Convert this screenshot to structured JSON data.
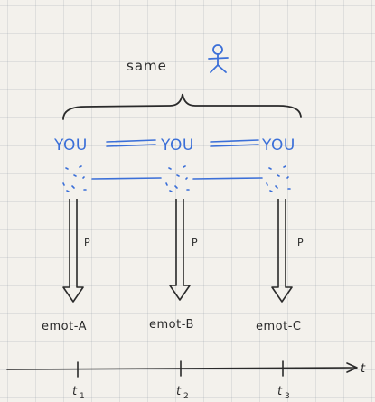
{
  "title": "same",
  "you_label": "YOU",
  "arrow_label": "P",
  "time_axis_label": "t",
  "emotions": [
    "emot-A",
    "emot-B",
    "emot-C"
  ],
  "time_points": [
    {
      "base": "t",
      "sub": "1"
    },
    {
      "base": "t",
      "sub": "2"
    },
    {
      "base": "t",
      "sub": "3"
    }
  ],
  "colors": {
    "ink": "#2a2a2a",
    "blue": "#3b6fd8"
  }
}
